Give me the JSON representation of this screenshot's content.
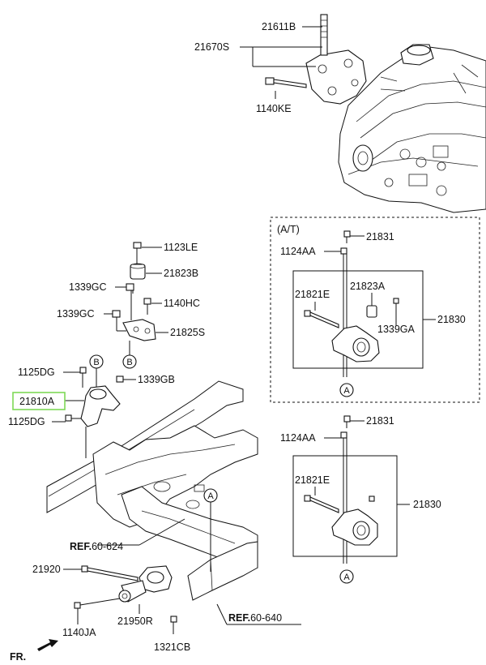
{
  "labels": {
    "p21611B": "21611B",
    "p21670S": "21670S",
    "p1140KE": "1140KE",
    "p1123LE": "1123LE",
    "p21823B": "21823B",
    "p1339GC_a": "1339GC",
    "p1140HC": "1140HC",
    "p1339GC_b": "1339GC",
    "p21825S": "21825S",
    "p1125DG_a": "1125DG",
    "p1339GB": "1339GB",
    "p21810A": "21810A",
    "p1125DG_b": "1125DG",
    "at_title": "(A/T)",
    "at_21831": "21831",
    "at_1124AA": "1124AA",
    "at_21821E": "21821E",
    "at_21823A": "21823A",
    "at_21830": "21830",
    "at_1339GA": "1339GA",
    "mt_21831": "21831",
    "mt_1124AA": "1124AA",
    "mt_21821E": "21821E",
    "mt_21830": "21830",
    "ref624_bold": "REF.",
    "ref624_num": "60-624",
    "ref640_bold": "REF.",
    "ref640_num": "60-640",
    "p21920": "21920",
    "p1140JA": "1140JA",
    "p21950R": "21950R",
    "p1321CB": "1321CB",
    "fr": "FR."
  },
  "callouts": {
    "B1": "B",
    "B2": "B",
    "A_frame": "A",
    "A_at": "A",
    "A_mt": "A"
  },
  "highlight_color": "#7ed957"
}
